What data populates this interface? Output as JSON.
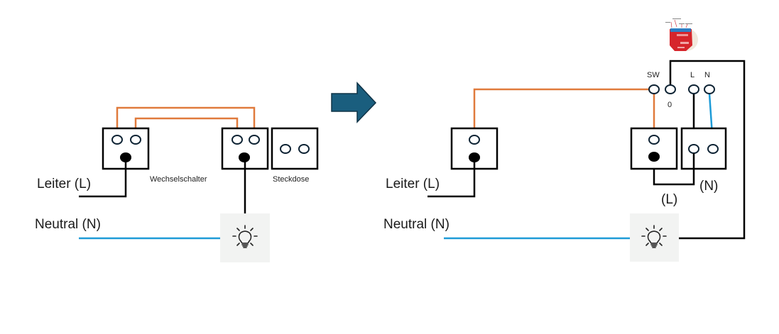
{
  "colors": {
    "wire_live": "#000000",
    "wire_traveler": "#e07a3c",
    "wire_neutral": "#1e9bd7",
    "box_stroke": "#000000",
    "arrow_fill": "#1a5e7e",
    "arrow_stroke": "#0f3347",
    "lamp_bg": "#f2f3f2",
    "shelly_body": "#d6252b",
    "shelly_terminals": "#2e7fc4"
  },
  "before": {
    "label_live": "Leiter (L)",
    "label_neutral": "Neutral (N)",
    "label_switch": "Wechselschalter",
    "label_socket": "Steckdose"
  },
  "transition_arrow": {
    "icon": "arrow-right-icon"
  },
  "after": {
    "label_live": "Leiter (L)",
    "label_neutral": "Neutral (N)",
    "label_L_bridge": "(L)",
    "label_N_bridge": "(N)",
    "shelly": {
      "icon": "shelly-relay-module-image",
      "terminal_sw": "SW",
      "terminal_0": "0",
      "terminal_l": "L",
      "terminal_n": "N"
    }
  },
  "lamp_icon": "light-bulb-icon"
}
